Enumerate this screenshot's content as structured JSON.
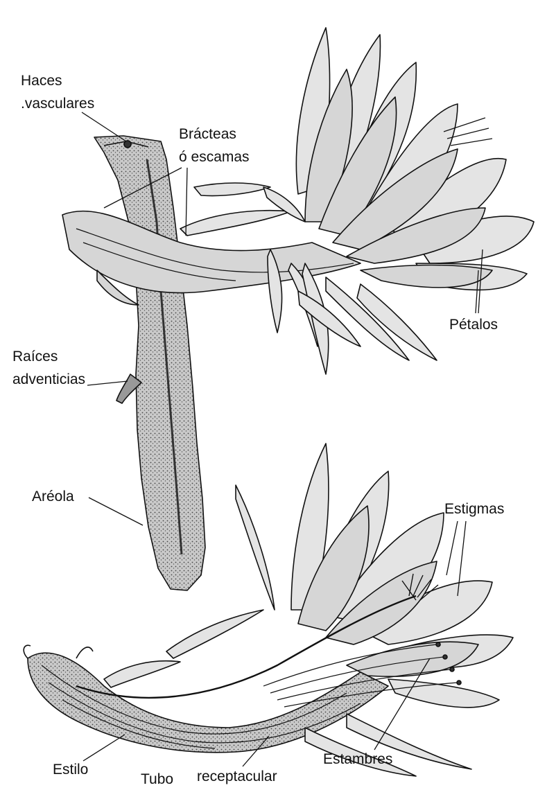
{
  "labels": {
    "haces_line1": "Haces",
    "haces_line2": ".vasculares",
    "bracteas_line1": "Brácteas",
    "bracteas_line2": "ó escamas",
    "petalos": "Pétalos",
    "raices_line1": "Raíces",
    "raices_line2": "adventicias",
    "areola": "Aréola",
    "estigmas": "Estigmas",
    "estilo": "Estilo",
    "tubo": "Tubo",
    "receptacular": "receptacular",
    "estambres": "Estambres"
  },
  "colors": {
    "ink": "#111111",
    "fill": "#d6d6d6",
    "fill_light": "#e4e4e4",
    "stem_dark": "#8e8e8e",
    "background": "#ffffff"
  }
}
